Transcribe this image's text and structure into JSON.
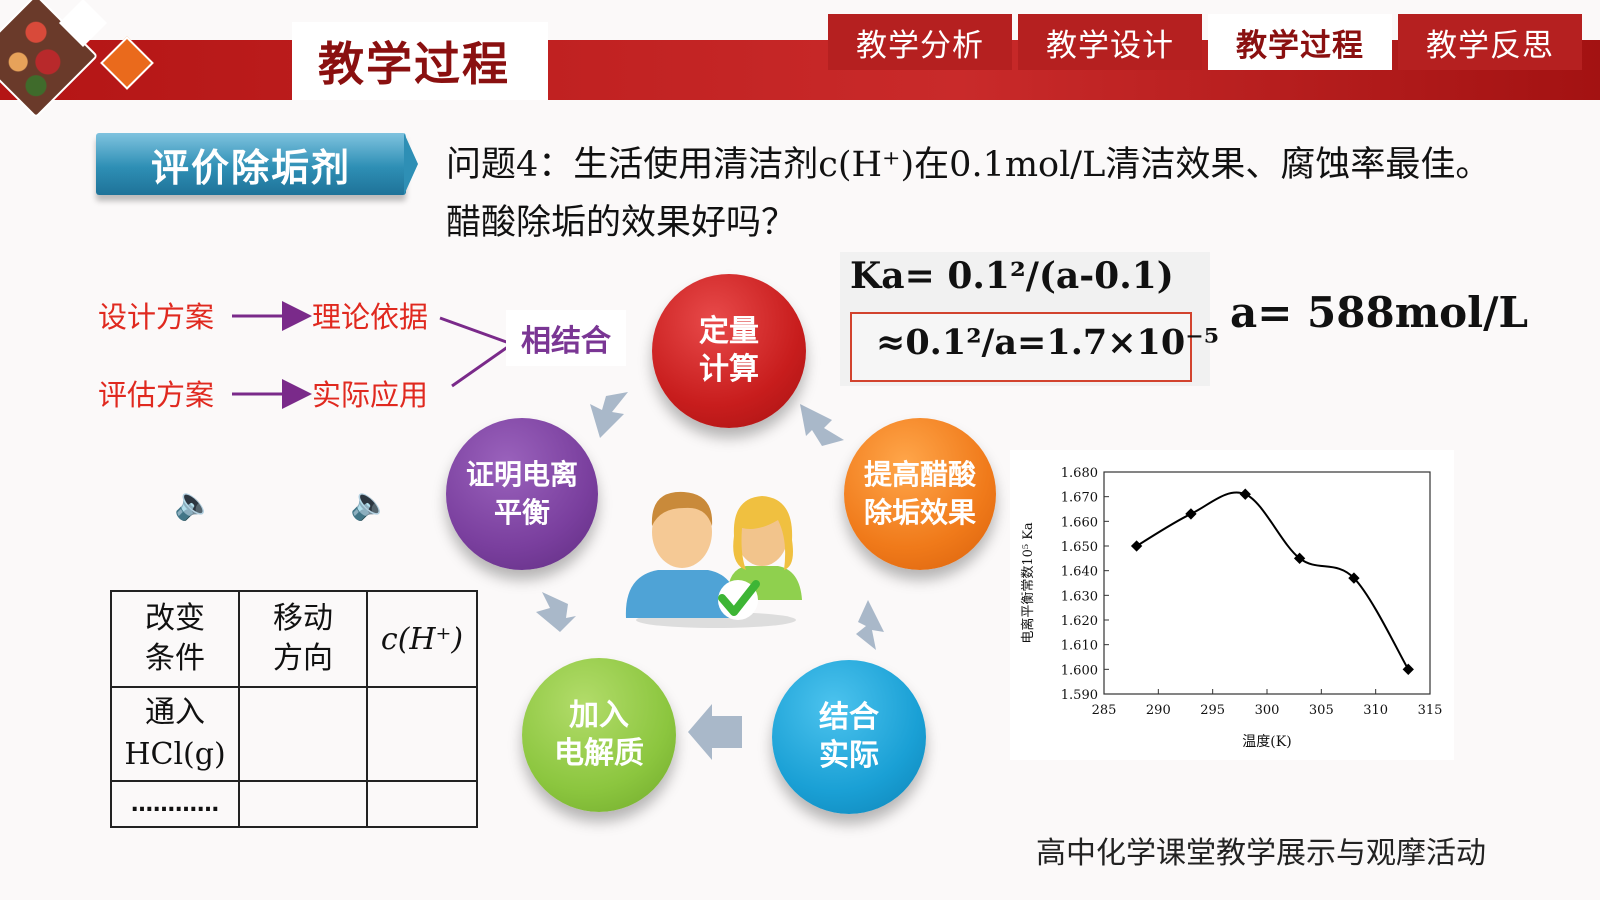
{
  "header": {
    "title": "教学过程",
    "tabs": [
      {
        "label": "教学分析",
        "active": false
      },
      {
        "label": "教学设计",
        "active": false
      },
      {
        "label": "教学过程",
        "active": true
      },
      {
        "label": "教学反思",
        "active": false
      }
    ],
    "colors": {
      "bar": "#b52020",
      "accent_orange": "#ea6a1c",
      "accent_red": "#c81d1d"
    }
  },
  "badge": {
    "label": "评价除垢剂"
  },
  "question": {
    "line1": "问题4：生活使用清洁剂c(H⁺)在0.1mol/L清洁效果、腐蚀率最佳。",
    "line2": "醋酸除垢的效果好吗？"
  },
  "flow": {
    "design": "设计方案",
    "theory": "理论依据",
    "evaluate": "评估方案",
    "practice": "实际应用",
    "combine": "相结合"
  },
  "cycle": {
    "items": [
      {
        "label_line1": "定量",
        "label_line2": "计算",
        "color": "#c81d1d"
      },
      {
        "label_line1": "提高醋酸",
        "label_line2": "除垢效果",
        "color": "#f07a1a"
      },
      {
        "label_line1": "结合",
        "label_line2": "实际",
        "color": "#1aa0d5"
      },
      {
        "label_line1": "加入",
        "label_line2": "电解质",
        "color": "#8cc63f"
      },
      {
        "label_line1": "证明电离",
        "label_line2": "平衡",
        "color": "#7a3f9e"
      }
    ],
    "center_icon": "users-check-icon"
  },
  "formula": {
    "ka_line": "Ka= 0.1²/(a-0.1)",
    "approx_line": "≈0.1²/a=1.7×10⁻⁵",
    "result": "a= 588mol/L"
  },
  "table": {
    "headers": [
      "改变\n条件",
      "移动\n方向",
      "c(H⁺)"
    ],
    "rows": [
      [
        "通入\nHCl(g)",
        "",
        ""
      ],
      [
        "…………",
        "",
        ""
      ]
    ]
  },
  "chart_data": {
    "type": "line",
    "x": [
      288,
      293,
      298,
      303,
      308,
      313
    ],
    "values": [
      1.65,
      1.663,
      1.671,
      1.645,
      1.637,
      1.6
    ],
    "xlim": [
      285,
      315
    ],
    "ylim": [
      1.59,
      1.68
    ],
    "xticks": [
      "285",
      "290",
      "295",
      "300",
      "305",
      "310",
      "315"
    ],
    "yticks": [
      "1.590",
      "1.600",
      "1.610",
      "1.620",
      "1.630",
      "1.640",
      "1.650",
      "1.660",
      "1.670",
      "1.680"
    ],
    "xlabel": "温度(K)",
    "ylabel": "电离平衡常数10⁵ Ka",
    "grid": false
  },
  "footer": {
    "text": "高中化学课堂教学展示与观摩活动"
  }
}
